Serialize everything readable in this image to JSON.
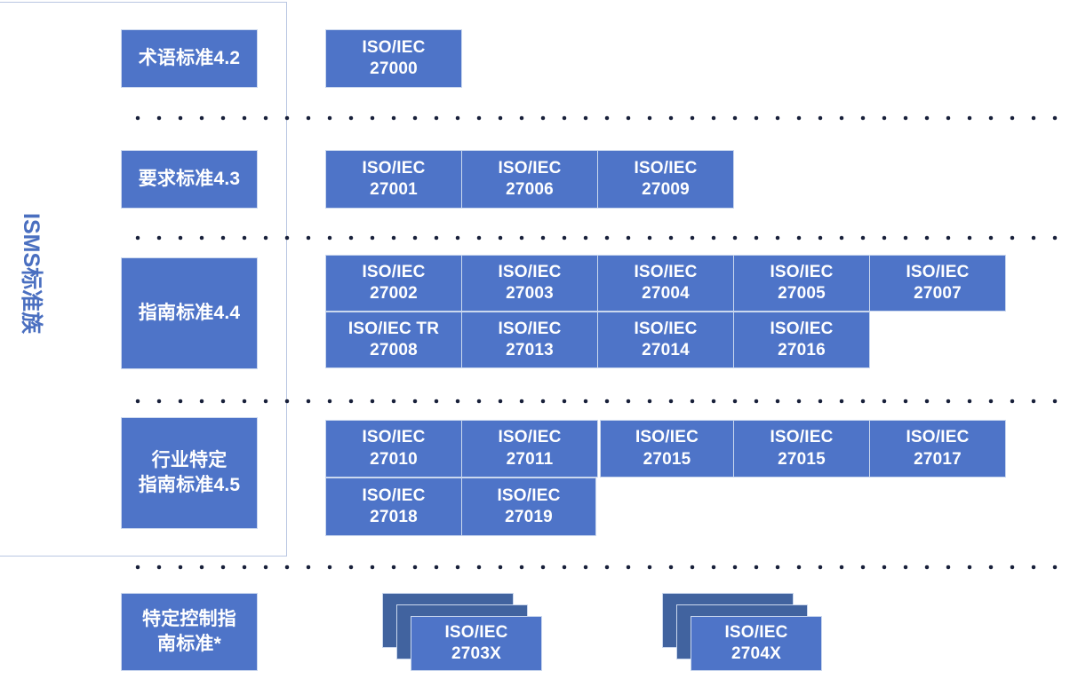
{
  "diagram": {
    "family_label": "ISMS标准族",
    "bracket_name": "isms-family-bracket"
  },
  "colors": {
    "box_blue": "#4e74c8",
    "box_blue_back": "#41639f",
    "box_border": "#cbd8ee",
    "label_text": "#4a6fc0",
    "dot": "#18203a",
    "bracket_border": "#b9c6e2",
    "box_text": "#ffffff"
  },
  "rows": [
    {
      "id": "row-4-2",
      "category": "术语标准4.2",
      "cells": [
        {
          "line1": "ISO/IEC",
          "line2": "27000"
        }
      ]
    },
    {
      "id": "row-4-3",
      "category": "要求标准4.3",
      "cells": [
        {
          "line1": "ISO/IEC",
          "line2": "27001"
        },
        {
          "line1": "ISO/IEC",
          "line2": "27006"
        },
        {
          "line1": "ISO/IEC",
          "line2": "27009"
        }
      ]
    },
    {
      "id": "row-4-4",
      "category": "指南标准4.4",
      "cells_top": [
        {
          "line1": "ISO/IEC",
          "line2": "27002"
        },
        {
          "line1": "ISO/IEC",
          "line2": "27003"
        },
        {
          "line1": "ISO/IEC",
          "line2": "27004"
        },
        {
          "line1": "ISO/IEC",
          "line2": "27005"
        },
        {
          "line1": "ISO/IEC",
          "line2": "27007"
        }
      ],
      "cells_bottom": [
        {
          "line1": "ISO/IEC TR",
          "line2": "27008"
        },
        {
          "line1": "ISO/IEC",
          "line2": "27013"
        },
        {
          "line1": "ISO/IEC",
          "line2": "27014"
        },
        {
          "line1": "ISO/IEC",
          "line2": "27016"
        }
      ]
    },
    {
      "id": "row-4-5",
      "category": "行业特定\n指南标准4.5",
      "category_line1": "行业特定",
      "category_line2": "指南标准4.5",
      "cells_top": [
        {
          "line1": "ISO/IEC",
          "line2": "27010"
        },
        {
          "line1": "ISO/IEC",
          "line2": "27011"
        },
        {
          "line1": "ISO/IEC",
          "line2": "27015"
        },
        {
          "line1": "ISO/IEC",
          "line2": "27015"
        },
        {
          "line1": "ISO/IEC",
          "line2": "27017"
        }
      ],
      "cells_bottom": [
        {
          "line1": "ISO/IEC",
          "line2": "27018"
        },
        {
          "line1": "ISO/IEC",
          "line2": "27019"
        }
      ]
    },
    {
      "id": "row-control",
      "category_line1": "特定控制指",
      "category_line2": "南标准*",
      "stacks": [
        {
          "line1": "ISO/IEC",
          "line2": "2703X"
        },
        {
          "line1": "ISO/IEC",
          "line2": "2704X"
        }
      ]
    }
  ]
}
